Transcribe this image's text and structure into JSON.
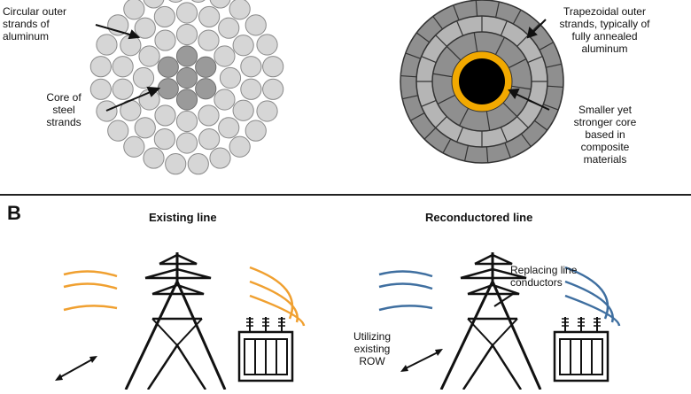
{
  "panel_b": {
    "letter": "B",
    "existing_title": "Existing line",
    "reconductored_title": "Reconductored line"
  },
  "labels": {
    "outer_circ": [
      "Circular outer",
      "strands of",
      "aluminum"
    ],
    "core_steel": [
      "Core of",
      "steel",
      "strands"
    ],
    "outer_trap": [
      "Trapezoidal outer",
      "strands, typically of",
      "fully annealed",
      "aluminum"
    ],
    "core_comp": [
      "Smaller yet",
      "stronger core",
      "based in",
      "composite",
      "materials"
    ],
    "replacing": [
      "Replacing line",
      "conductors"
    ],
    "utilizing": [
      "Utilizing",
      "existing",
      "ROW"
    ]
  },
  "colors": {
    "outer_strand": "#d6d6d6",
    "steel_strand": "#9a9a9a",
    "trap_fill": "#8f8f8f",
    "trap_band": "#b5b5b5",
    "composite_ring": "#f2a900",
    "core_black": "#000000",
    "existing_wire": "#f0a030",
    "reconductored_wire": "#3f6fa0",
    "structure": "#111111"
  }
}
